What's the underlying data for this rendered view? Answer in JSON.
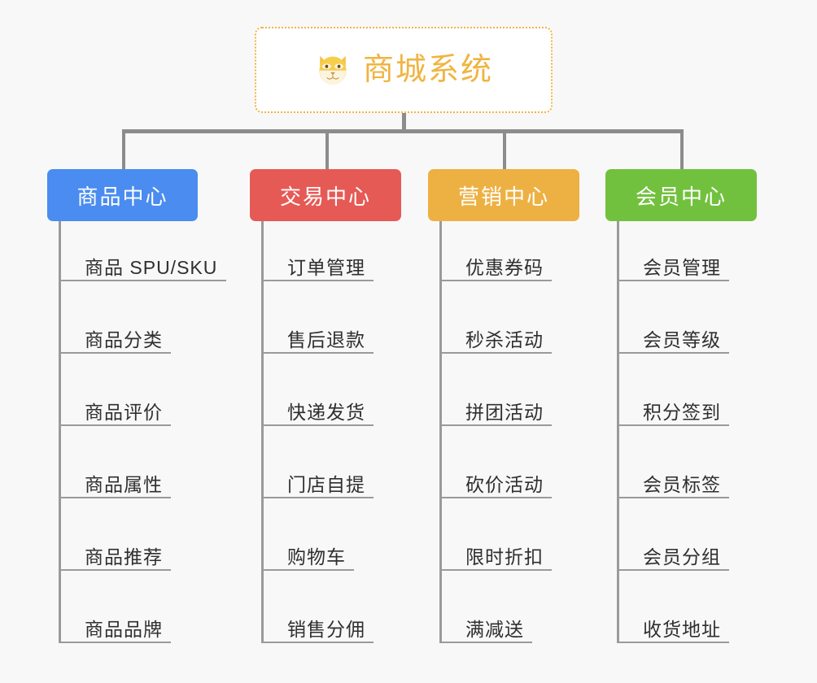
{
  "background_color": "#f8f8f8",
  "root": {
    "title": "商城系统",
    "icon": "shiba-dog-icon",
    "text_color": "#f0b441",
    "border_color": "#f0b441",
    "background_color": "#ffffff"
  },
  "connector_color": "#8c8c8c",
  "leaf_line_color": "#9a9a9a",
  "leaf_text_color": "#2f2f2f",
  "categories": [
    {
      "label": "商品中心",
      "color": "#4a8cf0",
      "items": [
        "商品 SPU/SKU",
        "商品分类",
        "商品评价",
        "商品属性",
        "商品推荐",
        "商品品牌"
      ]
    },
    {
      "label": "交易中心",
      "color": "#e65a56",
      "items": [
        "订单管理",
        "售后退款",
        "快递发货",
        "门店自提",
        "购物车",
        "销售分佣"
      ]
    },
    {
      "label": "营销中心",
      "color": "#edb143",
      "items": [
        "优惠券码",
        "秒杀活动",
        "拼团活动",
        "砍价活动",
        "限时折扣",
        "满减送"
      ]
    },
    {
      "label": "会员中心",
      "color": "#72c13e",
      "items": [
        "会员管理",
        "会员等级",
        "积分签到",
        "会员标签",
        "会员分组",
        "收货地址"
      ]
    }
  ]
}
